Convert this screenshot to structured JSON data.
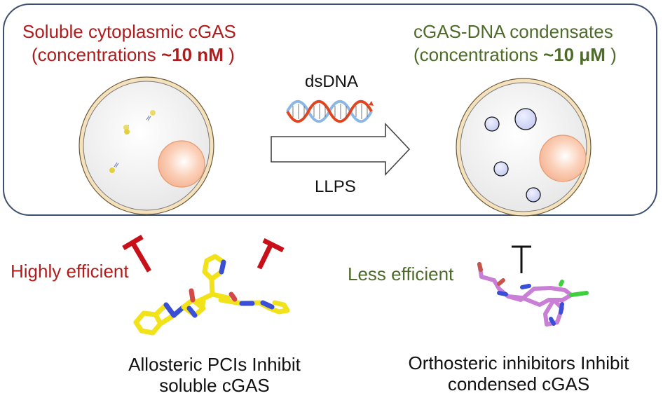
{
  "left_state": {
    "title": "Soluble cytoplasmic cGAS",
    "conc_prefix": "(concentrations ",
    "conc_value": "~10 nM",
    "conc_suffix": " )",
    "color": "#b01c1c"
  },
  "right_state": {
    "title": "cGAS-DNA condensates",
    "conc_prefix": "(concentrations ",
    "conc_value": "~10 μM",
    "conc_suffix": " )",
    "color": "#4e6b2a"
  },
  "transition": {
    "top_label": "dsDNA",
    "bottom_label": "LLPS"
  },
  "bottom_left": {
    "efficiency_label": "Highly efficient",
    "caption_line1": "Allosteric PCIs Inhibit",
    "caption_line2": "soluble cGAS",
    "inhibit_color": "#c8101a",
    "molecule_color": "#f0e020"
  },
  "bottom_right": {
    "efficiency_label": "Less efficient",
    "caption_line1": "Orthosteric inhibitors Inhibit",
    "caption_line2": "condensed cGAS",
    "inhibit_color": "#111111",
    "molecule_color": "#c97fd6"
  }
}
